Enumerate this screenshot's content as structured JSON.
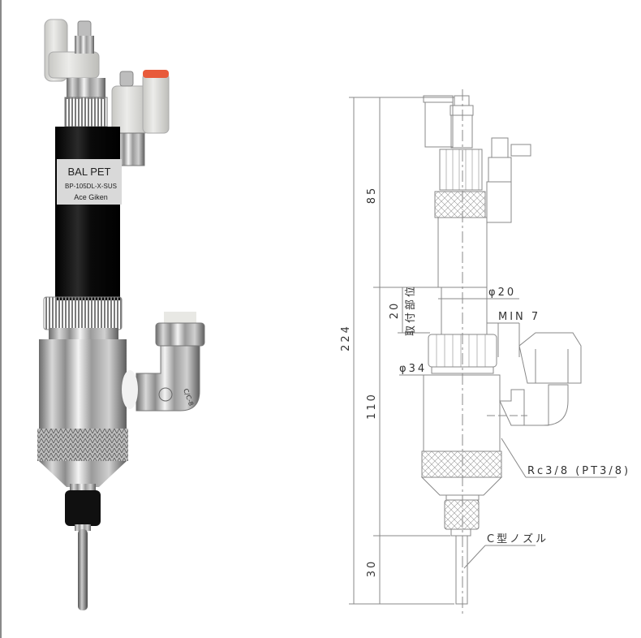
{
  "photo": {
    "label_line1": "BAL PET",
    "label_line2": "BP-105DL-X-SUS",
    "label_line3": "Ace Giken",
    "fitting_text": "C/C-8"
  },
  "drawing": {
    "dimensions": {
      "overall_height": "224",
      "upper_height": "85",
      "mid_height": "110",
      "nozzle_height": "30",
      "mount_length": "20",
      "mount_label": "取付部位",
      "dia_upper": "φ20",
      "dia_body": "φ34",
      "min_clearance": "MIN 7"
    },
    "callouts": {
      "thread": "Rc3/8 (PT3/8)",
      "nozzle": "C型ノズル"
    }
  },
  "colors": {
    "line": "#888888",
    "text": "#333333",
    "body_black": "#111111",
    "steel": "#b8b8b8",
    "fitting_gray": "#e0e0dc",
    "cap_red": "#e85a3a"
  }
}
